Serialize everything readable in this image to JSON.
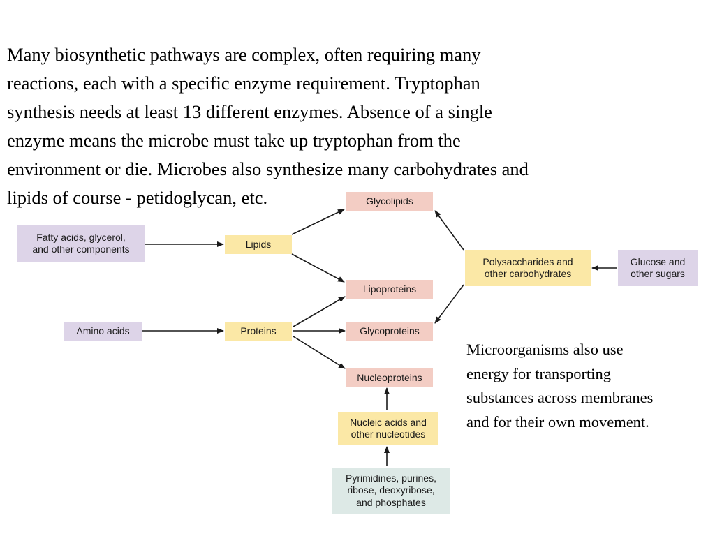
{
  "intro_text": "Many biosynthetic pathways are complex, often requiring many\nreactions, each with a specific enzyme requirement.  Tryptophan\nsynthesis needs at least 13 different enzymes.  Absence of a single\nenzyme means the microbe must take up tryptophan from the\nenvironment or die.  Microbes also synthesize many carbohydrates and\nlipids of course - petidoglycan, etc.",
  "side_note": "Microorganisms also use\nenergy for transporting\nsubstances across membranes\nand for their own movement.",
  "colors": {
    "precursor_box": "#ddd4e8",
    "intermediate_box": "#fbe8a6",
    "product_box": "#f3cdc4",
    "nucleotide_precursor_box": "#dde9e6",
    "arrow": "#1a1a1a"
  },
  "diagram": {
    "fatty_acids": "Fatty acids, glycerol,\nand other components",
    "lipids": "Lipids",
    "amino_acids": "Amino acids",
    "proteins": "Proteins",
    "glycolipids": "Glycolipids",
    "lipoproteins": "Lipoproteins",
    "glycoproteins": "Glycoproteins",
    "nucleoproteins": "Nucleoproteins",
    "polysaccharides": "Polysaccharides and\nother carbohydrates",
    "glucose": "Glucose and\nother sugars",
    "nucleic_acids": "Nucleic acids and\nother nucleotides",
    "pyrimidines": "Pyrimidines, purines,\nribose, deoxyribose,\nand phosphates"
  }
}
